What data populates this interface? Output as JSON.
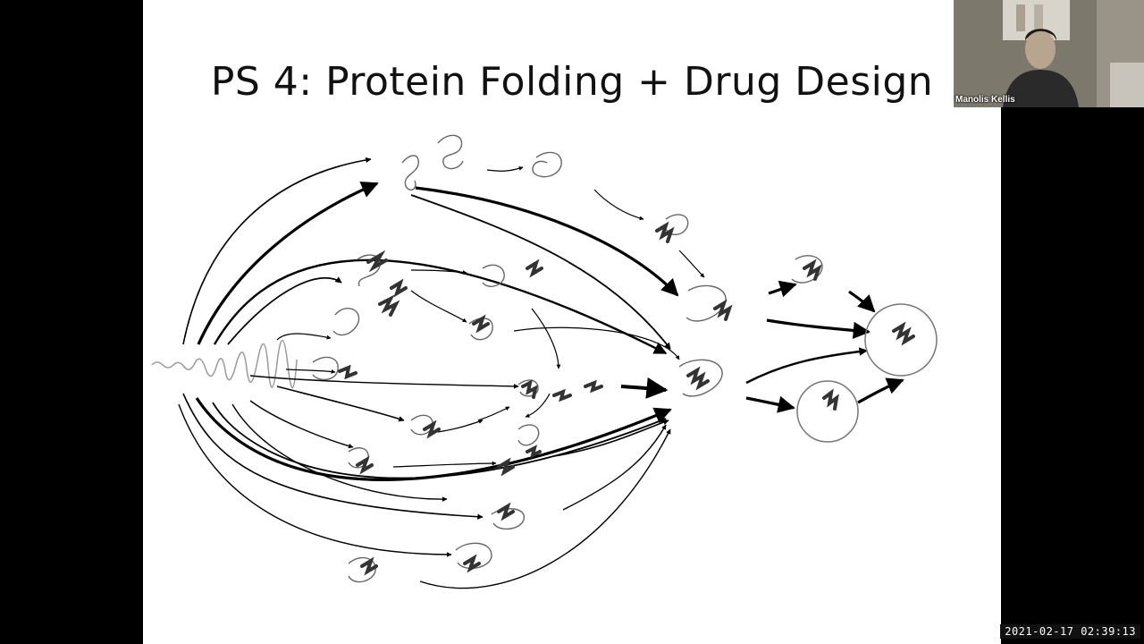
{
  "slide": {
    "title": "PS 4: Protein Folding + Drug Design"
  },
  "video": {
    "participant_name": "Manolis Kellis"
  },
  "overlay": {
    "timestamp": "2021-02-17  02:39:13"
  }
}
